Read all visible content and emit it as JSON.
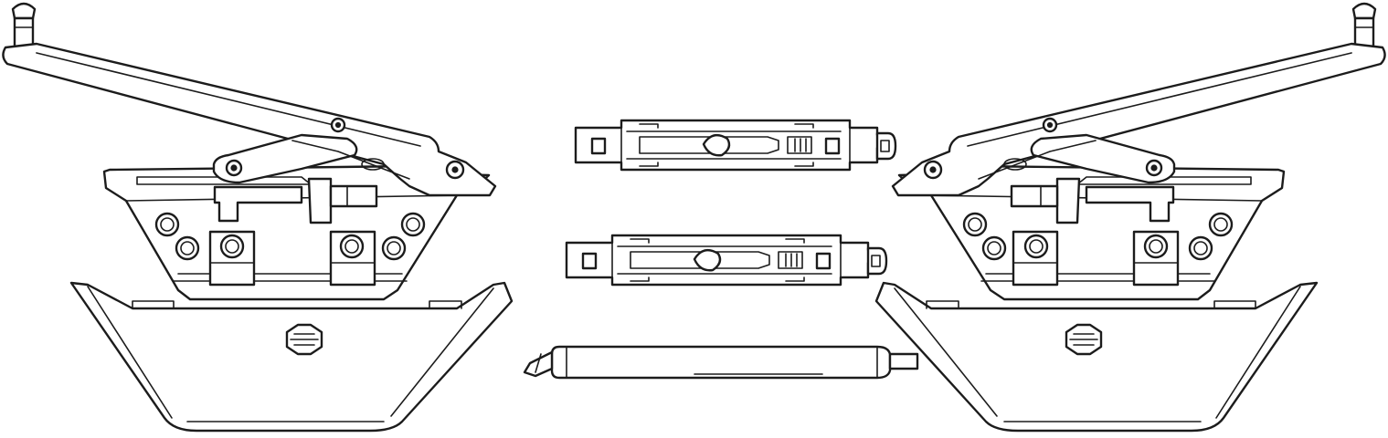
{
  "drawing": {
    "title": "",
    "line_color": "#1c1c1c",
    "background": "#ffffff"
  },
  "parts": [
    {
      "name": "left-stay-arm-with-pin",
      "icon": "stay-arm-icon"
    },
    {
      "name": "left-hinge-bracket",
      "icon": "hinge-bracket-icon"
    },
    {
      "name": "left-cover-cap",
      "icon": "cover-cap-icon"
    },
    {
      "name": "upper-locking-slider",
      "icon": "slider-icon"
    },
    {
      "name": "lower-locking-slider",
      "icon": "slider-icon"
    },
    {
      "name": "connecting-rod",
      "icon": "rod-icon"
    },
    {
      "name": "right-stay-arm-with-pin",
      "icon": "stay-arm-icon"
    },
    {
      "name": "right-hinge-bracket",
      "icon": "hinge-bracket-icon"
    },
    {
      "name": "right-cover-cap",
      "icon": "cover-cap-icon"
    }
  ]
}
